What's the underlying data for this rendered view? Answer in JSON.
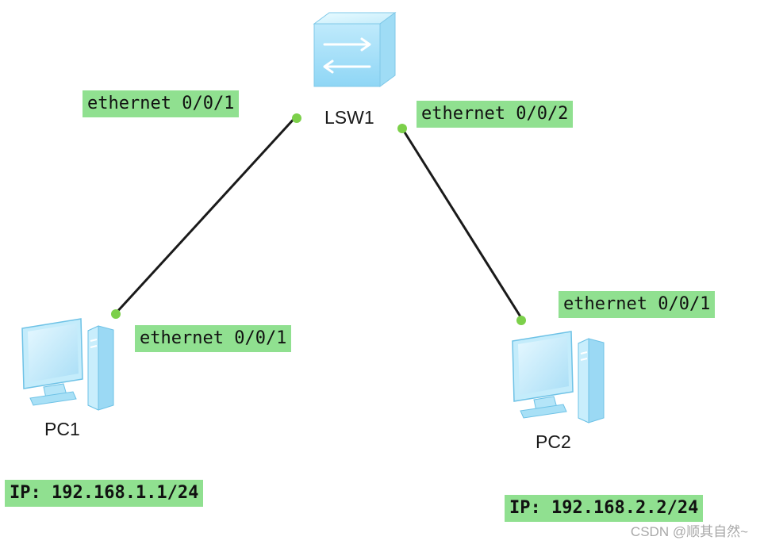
{
  "devices": {
    "switch": {
      "name": "LSW1"
    },
    "pc1": {
      "name": "PC1",
      "ip": "IP: 192.168.1.1/24"
    },
    "pc2": {
      "name": "PC2",
      "ip": "IP: 192.168.2.2/24"
    }
  },
  "links": [
    {
      "from_port": "ethernet 0/0/1",
      "to_port": "ethernet 0/0/1"
    },
    {
      "from_port": "ethernet 0/0/2",
      "to_port": "ethernet 0/0/1"
    }
  ],
  "watermark": "CSDN @顺其自然~",
  "colors": {
    "label_bg": "#90e090",
    "link": "#1a1a1a",
    "port_dot": "#7cd04a",
    "device": "#bfe9fb"
  },
  "icons": {
    "switch": "switch-icon",
    "pc": "pc-icon"
  }
}
